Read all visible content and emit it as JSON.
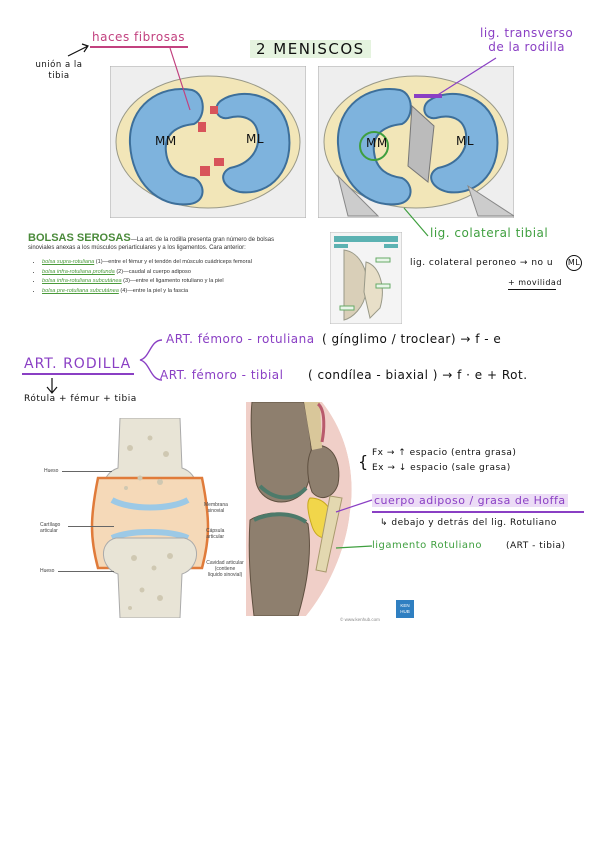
{
  "top": {
    "title": "2 MENISCOS",
    "haces_label": "haces fibrosas",
    "union_label_1": "unión a la",
    "union_label_2": "tibia",
    "lig_transverso_1": "lig. transverso",
    "lig_transverso_2": "de la rodilla",
    "mm_left": "MM",
    "ml_left": "ML",
    "mm_right": "MM",
    "ml_right": "ML",
    "lig_colateral_tibial": "lig. colateral tibial"
  },
  "bolsas": {
    "title": "BOLSAS SEROSAS",
    "intro_line_1": "—La art. de la rodilla presenta gran número de bolsas",
    "intro_line_2": "sinoviales anexas a los músculos periarticulares y a los ligamentos. Cara anterior:",
    "items": [
      {
        "link": "bolsa supra-rotuliana",
        "text": " (1)—entre el fémur y el tendón del músculo cuádriceps femoral"
      },
      {
        "link": "bolsa infra-rotuliana profunda",
        "text": " (2)—caudal al cuerpo adiposo"
      },
      {
        "link": "bolsa infra-rotuliana subcutánea",
        "text": " (3)—entre el ligamento rotuliano y la piel"
      },
      {
        "link": "bolsa pre-rotuliana subcutánea",
        "text": " (4)—entre la piel y la fascia"
      }
    ],
    "lig_colateral_peroneo": "lig. colateral peroneo → no u",
    "ml_circle": "ML",
    "movilidad": "+ movilidad"
  },
  "art": {
    "title": "ART. RODILLA",
    "femoro_rotuliana_name": "ART. fémoro - rotuliana",
    "femoro_rotuliana_type": "( gínglimo / troclear) → f - e",
    "femoro_tibial_name": "ART. fémoro - tibial",
    "femoro_tibial_type": "( condílea - biaxial ) → f · e + Rot.",
    "components": "Rótula + fémur + tibia"
  },
  "joint_labels": {
    "hueso_top": "Hueso",
    "cartilago_1": "Cartílago",
    "cartilago_2": "articular",
    "hueso_bottom": "Hueso",
    "membrana_1": "Membrana",
    "membrana_2": "sinovial",
    "capsula_1": "Cápsula",
    "capsula_2": "articular",
    "cavidad_1": "Cavidad articular",
    "cavidad_2": "(contiene",
    "cavidad_3": "líquido sinovial)"
  },
  "knee_notes": {
    "fx": "Fx → ↑ espacio (entra grasa)",
    "ex": "Ex → ↓ espacio (sale grasa)",
    "cuerpo_adiposo": "cuerpo adiposo / grasa de Hoffa",
    "debajo": "↳ debajo y detrás del lig. Rotuliano",
    "lig_rotuliano": "ligamento Rotuliano",
    "lig_rotuliano_paren": "(ART - tibia)",
    "source": "© www.kenhub.com",
    "logo_1": "KEN",
    "logo_2": "HUB"
  },
  "colors": {
    "pink": "#c2417f",
    "purple": "#8a3fc4",
    "green": "#3f9f3f",
    "meniscus_blue": "#7eb3dd",
    "tibia_cream": "#f2e6b8"
  }
}
